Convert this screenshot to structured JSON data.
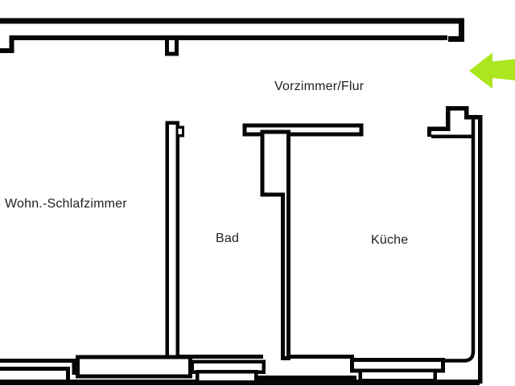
{
  "plan": {
    "type": "apartment-floor-plan",
    "rooms": [
      {
        "id": "vorzimmer-flur",
        "label": "Vorzimmer/Flur"
      },
      {
        "id": "wohn-schlafzimmer",
        "label": "Wohn.-Schlafzimmer"
      },
      {
        "id": "bad",
        "label": "Bad"
      },
      {
        "id": "kueche",
        "label": "Küche"
      }
    ]
  },
  "annotations": {
    "entrance_arrow": {
      "icon": "left-arrow-icon",
      "direction": "left",
      "color": "#ace61e"
    }
  },
  "colors": {
    "walls": "#060606",
    "background": "#ffffff",
    "text": "#1f1f1f"
  }
}
